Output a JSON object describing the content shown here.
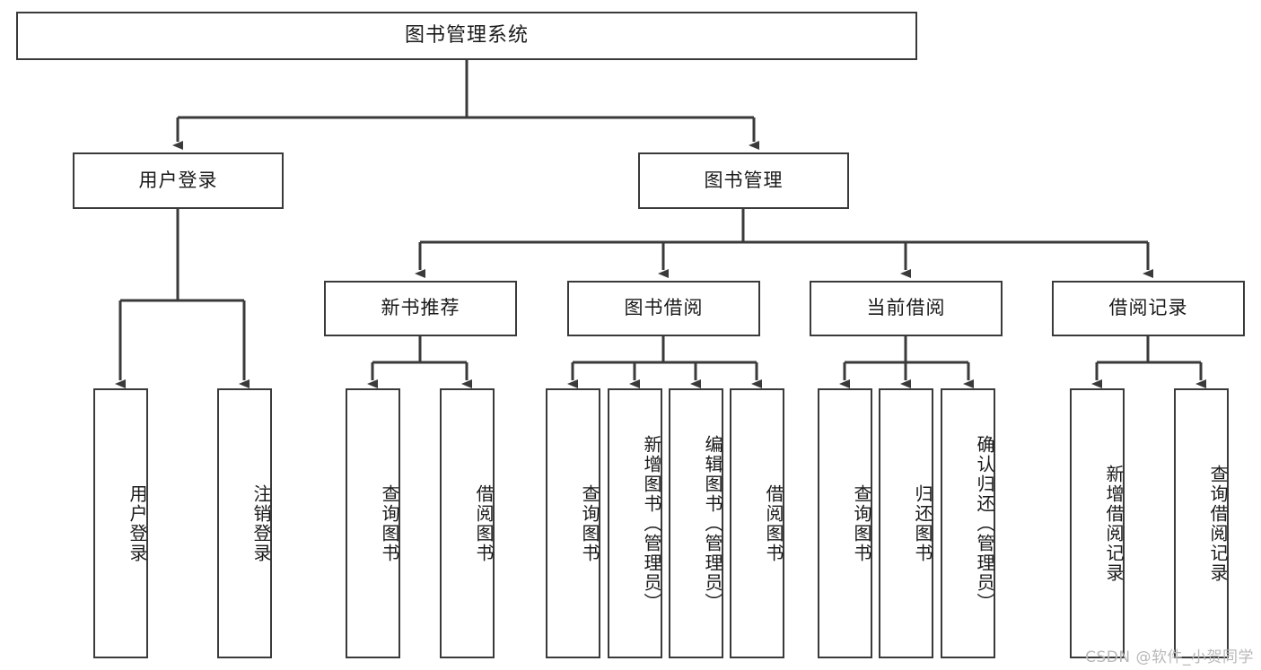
{
  "diagram": {
    "title": "图书管理系统",
    "type": "functional-structure-tree",
    "root": {
      "label": "图书管理系统"
    },
    "level2": [
      {
        "label": "用户登录"
      },
      {
        "label": "图书管理"
      }
    ],
    "level3": [
      {
        "label": "新书推荐"
      },
      {
        "label": "图书借阅"
      },
      {
        "label": "当前借阅"
      },
      {
        "label": "借阅记录"
      }
    ],
    "leaves": {
      "user_login": [
        {
          "label": "用户登录"
        },
        {
          "label": "注销登录"
        }
      ],
      "new_book_recommend": [
        {
          "label": "查询图书"
        },
        {
          "label": "借阅图书"
        }
      ],
      "book_borrow": [
        {
          "label": "查询图书"
        },
        {
          "label": "新增图书（管理员）"
        },
        {
          "label": "编辑图书（管理员）"
        },
        {
          "label": "借阅图书"
        }
      ],
      "current_borrow": [
        {
          "label": "查询图书"
        },
        {
          "label": "归还图书"
        },
        {
          "label": "确认归还（管理员）"
        }
      ],
      "borrow_record": [
        {
          "label": "新增借阅记录"
        },
        {
          "label": "查询借阅记录"
        }
      ]
    }
  },
  "watermark": {
    "text": "CSDN @软件_小贺同学"
  },
  "colors": {
    "stroke": "#3a3a3a",
    "background": "#ffffff",
    "text": "#1a1a1a",
    "watermark": "#b8b8b8"
  }
}
